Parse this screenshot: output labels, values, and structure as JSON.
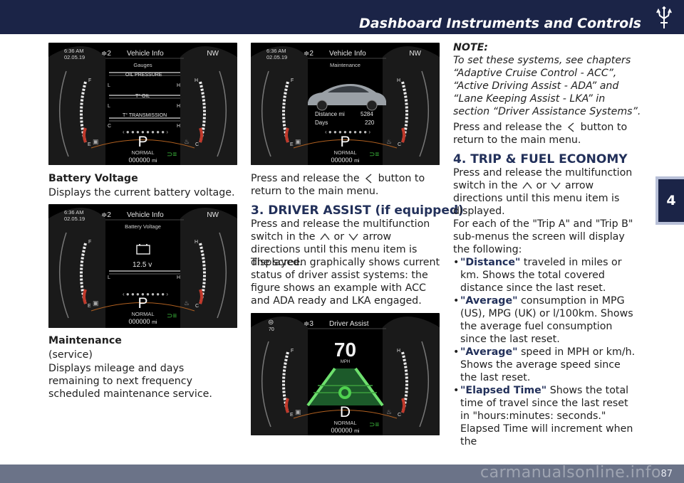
{
  "header": {
    "title": "Dashboard Instruments and Controls",
    "logo": "trident-icon"
  },
  "chapter_tab": "4",
  "page_number": "87",
  "watermark": "carmanualsonline.info",
  "clusters": {
    "gauges": {
      "time": "6:36 AM",
      "date": "02.05.19",
      "count": "≑2",
      "menu": "Vehicle Info",
      "heading": "NW",
      "submenu": "Gauges",
      "rows": [
        {
          "label": "OIL PRESSURE",
          "low": "L",
          "high": "H"
        },
        {
          "label": "T° OIL",
          "low": "L",
          "high": "H"
        },
        {
          "label": "T° TRANSMISSION",
          "low": "C",
          "high": "H"
        }
      ],
      "gear": "P",
      "mode": "NORMAL",
      "odometer": "000000",
      "odo_unit": "mi"
    },
    "battery": {
      "time": "6:36 AM",
      "date": "02.05.19",
      "count": "≑2",
      "menu": "Vehicle Info",
      "heading": "NW",
      "submenu": "Battery Voltage",
      "voltage": "12.5 v",
      "low": "L",
      "high": "H",
      "gear": "P",
      "mode": "NORMAL",
      "odometer": "000000",
      "odo_unit": "mi"
    },
    "maintenance": {
      "time": "6:36 AM",
      "date": "02.05.19",
      "count": "≑2",
      "menu": "Vehicle Info",
      "heading": "NW",
      "submenu": "Maintenance",
      "distance_label": "Distance mi",
      "distance_value": "5284",
      "days_label": "Days",
      "days_value": "220",
      "gear": "P",
      "mode": "NORMAL",
      "odometer": "000000",
      "odo_unit": "mi"
    },
    "driver_assist": {
      "count": "≑3",
      "menu": "Driver Assist",
      "set_speed": "70",
      "speed": "70",
      "speed_unit": "MPH",
      "gear": "D",
      "mode": "NORMAL",
      "odometer": "000000",
      "odo_unit": "mi"
    },
    "gauge_labels": {
      "fuel_full": "F",
      "fuel_empty": "E",
      "temp_hot": "H",
      "temp_cold": "C"
    }
  },
  "col1": {
    "battery_heading": "Battery Voltage",
    "battery_text": "Displays the current battery voltage.",
    "maintenance_heading": "Maintenance",
    "maintenance_sub": "(service)",
    "maintenance_text": "Displays mileage and days remaining to next frequency scheduled maintenance service."
  },
  "col2": {
    "press_text_a": "Press and release the",
    "press_text_b": "button to return to the main menu.",
    "section_heading": "3. DRIVER ASSIST (if equipped)",
    "p1_a": "Press and release the multifunction switch in the",
    "p1_or": "or",
    "p1_b": "arrow directions until this menu item is displayed.",
    "p2": "The screen graphically shows current status of driver assist systems: the figure shows an example with ACC and ADA ready and LKA engaged."
  },
  "col3": {
    "note_label": "NOTE:",
    "note_text": "To set these systems, see chapters “Adaptive Cruise Control - ACC”, “Active Driving Assist - ADA” and “Lane Keeping Assist - LKA” in section “Driver Assistance Systems”.",
    "press_text_a": "Press and release the",
    "press_text_b": "button to return to the main menu.",
    "section_heading": "4. TRIP & FUEL ECONOMY",
    "p1_a": "Press and release the multifunction switch in the",
    "p1_or": "or",
    "p1_b": "arrow directions until this menu item is displayed.",
    "p2": "For each of the \"Trip A\" and \"Trip B\" sub-menus the screen will display the following:",
    "bullets": [
      {
        "key": "\"Distance\"",
        "text": "traveled in miles or km. Shows the total covered distance since the last reset."
      },
      {
        "key": "\"Average\"",
        "text": "consumption in MPG (US), MPG (UK) or l/100km. Shows the average fuel consumption since the last reset."
      },
      {
        "key": "\"Average\"",
        "text": "speed in MPH or km/h. Shows the average speed since the last reset."
      },
      {
        "key": "\"Elapsed Time\"",
        "text": "Shows the total time of travel since the last reset in \"hours:minutes: seconds.\" Elapsed Time will increment when the"
      }
    ]
  }
}
